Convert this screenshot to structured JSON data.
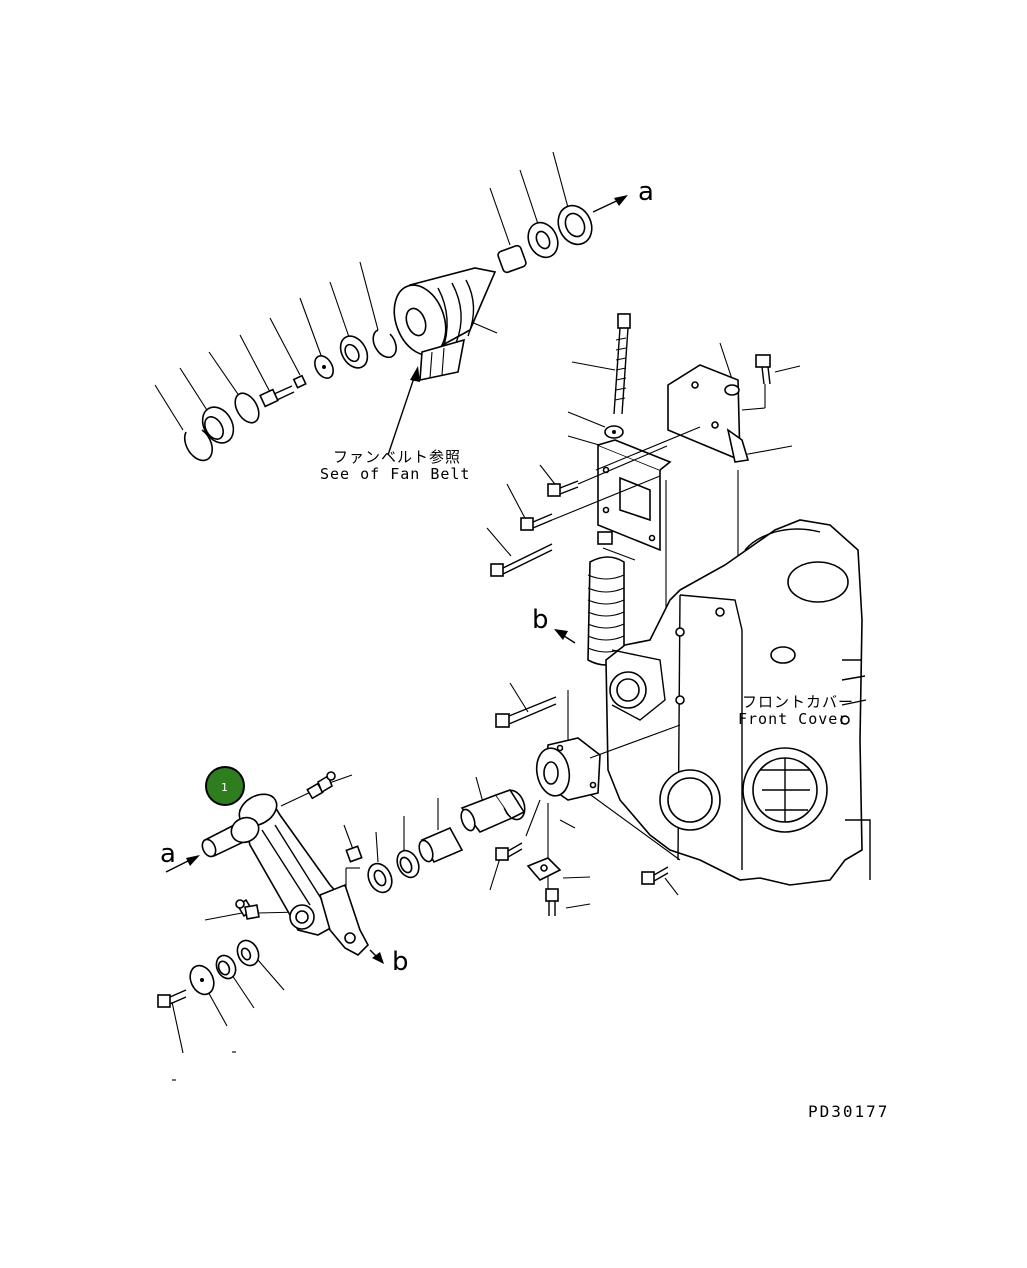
{
  "labels": {
    "fan_belt_jp": "ファンベルト参照",
    "fan_belt_en": "See of Fan Belt",
    "front_cover_jp": "フロントカバー",
    "front_cover_en": "Front Cover",
    "ref_a_top": "a",
    "ref_a_left": "a",
    "ref_b_mid": "b",
    "ref_b_low": "b",
    "part_code": "PD30177"
  },
  "callout": {
    "number": "1",
    "color": "#2e7d1f"
  }
}
